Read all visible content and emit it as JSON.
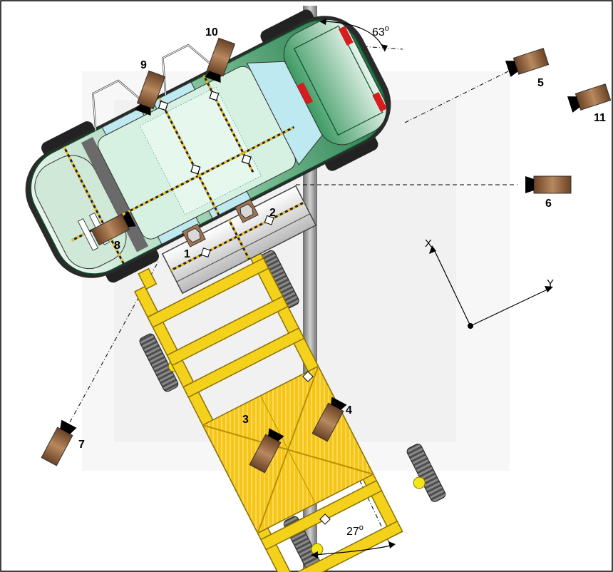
{
  "camera_labels": [
    "1",
    "2",
    "3",
    "4",
    "5",
    "6",
    "7",
    "8",
    "9",
    "10",
    "11"
  ],
  "angles": {
    "vehicle": "63",
    "trolley": "27",
    "degree_symbol": "o"
  },
  "axes": {
    "x": "X",
    "y": "Y"
  },
  "colors": {
    "vehicle_body": "#2f8a55",
    "vehicle_light": "#d9efe2",
    "trolley": "#f2cf1a",
    "trolley_deck": "#f7c51c",
    "camera": "#8e6140",
    "pole": "#9a9a9a",
    "target_tape": "#f0c020"
  }
}
